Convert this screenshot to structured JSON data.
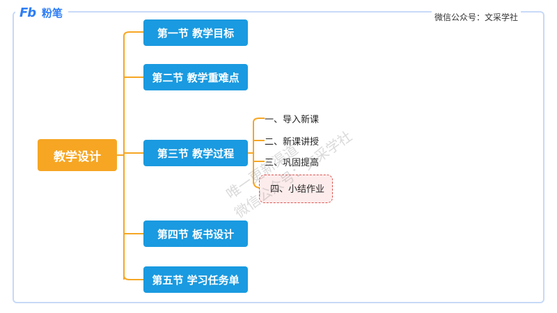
{
  "logo": {
    "mark": "Fb",
    "text": "粉笔"
  },
  "wechat_label": "微信公众号：文采学社",
  "root": {
    "label": "教学设计"
  },
  "sections": [
    {
      "label": "第一节 教学目标"
    },
    {
      "label": "第二节 教学重难点"
    },
    {
      "label": "第三节 教学过程"
    },
    {
      "label": "第四节 板书设计"
    },
    {
      "label": "第五节 学习任务单"
    }
  ],
  "process_steps": [
    {
      "label": "一、导入新课"
    },
    {
      "label": "二、新课讲授"
    },
    {
      "label": "三、巩固提高"
    },
    {
      "label": "四、小结作业"
    }
  ],
  "watermark": {
    "line1": "唯一更新渠道",
    "line2": "微信公众号：文采学社"
  },
  "colors": {
    "root": "#f6a623",
    "section": "#1a9ae0",
    "connector": "#f6a623",
    "highlight_border": "#d9534f",
    "frame": "#c7d9f8"
  }
}
